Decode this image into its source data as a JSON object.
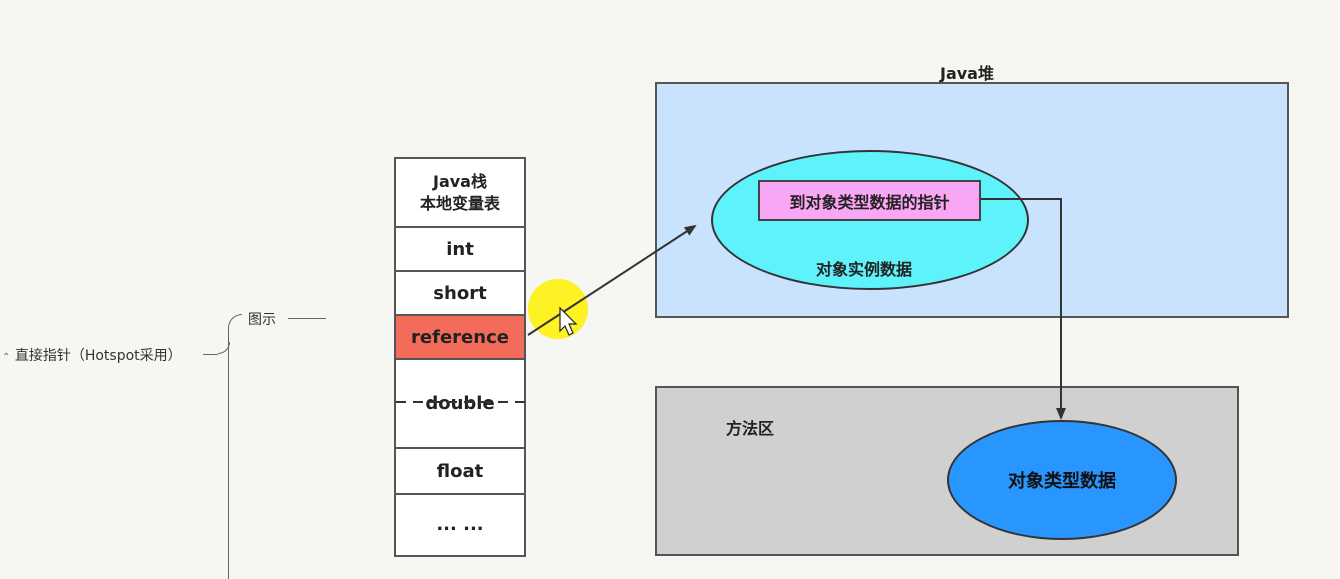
{
  "mindmap": {
    "parent_label": "直接指针（Hotspot采用）",
    "child_label": "图示"
  },
  "stack": {
    "title": "Java栈",
    "subtitle": "本地变量表",
    "slots": [
      "int",
      "short",
      "reference",
      "double",
      "float",
      "... ..."
    ]
  },
  "heap": {
    "title": "Java堆",
    "pointer_label": "到对象类型数据的指针",
    "instance_label": "对象实例数据"
  },
  "method_area": {
    "title": "方法区",
    "type_label": "对象类型数据"
  },
  "colors": {
    "reference_cell": "#f36c59",
    "heap_bg": "#c9e2fd",
    "instance_ellipse": "#5ef2fa",
    "pointer_box": "#f9a6f5",
    "method_area_bg": "#cfd0cf",
    "type_ellipse": "#2996ff"
  }
}
